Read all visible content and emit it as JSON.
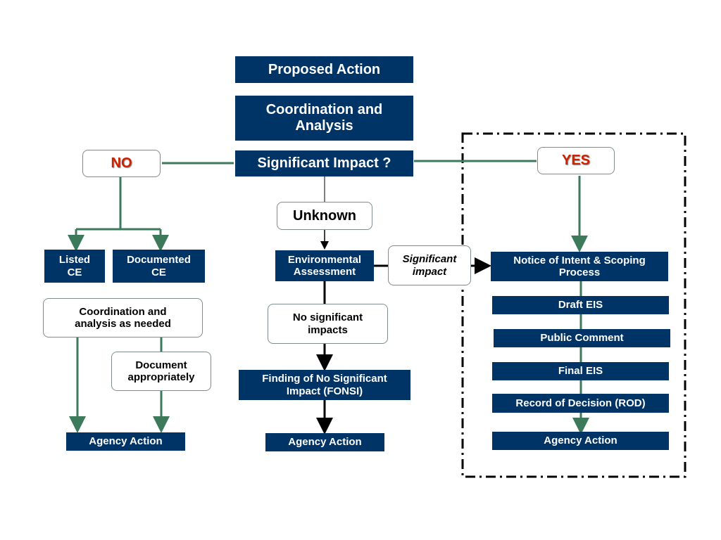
{
  "center": {
    "proposed_action": "Proposed Action",
    "coordination_analysis": "Coordination and Analysis",
    "significant_impact_q": "Significant Impact ?",
    "unknown": "Unknown",
    "environmental_assessment": "Environmental Assessment",
    "no_significant_impacts": "No significant impacts",
    "fonsi": "Finding of No Significant Impact (FONSI)",
    "agency_action": "Agency Action",
    "significant_impact": "Significant impact"
  },
  "left": {
    "no_label": "NO",
    "listed_ce": "Listed CE",
    "documented_ce": "Documented CE",
    "coordination_as_needed": "Coordination and analysis as needed",
    "document_appropriately": "Document appropriately",
    "agency_action": "Agency Action"
  },
  "right": {
    "yes_label": "YES",
    "notice_of_intent": "Notice of Intent & Scoping Process",
    "draft_eis": "Draft EIS",
    "public_comment": "Public Comment",
    "final_eis": "Final EIS",
    "rod": "Record of Decision (ROD)",
    "agency_action": "Agency Action"
  },
  "colors": {
    "navy": "#003366",
    "green_line": "#3d7a5c",
    "red_text": "#cc2200"
  }
}
